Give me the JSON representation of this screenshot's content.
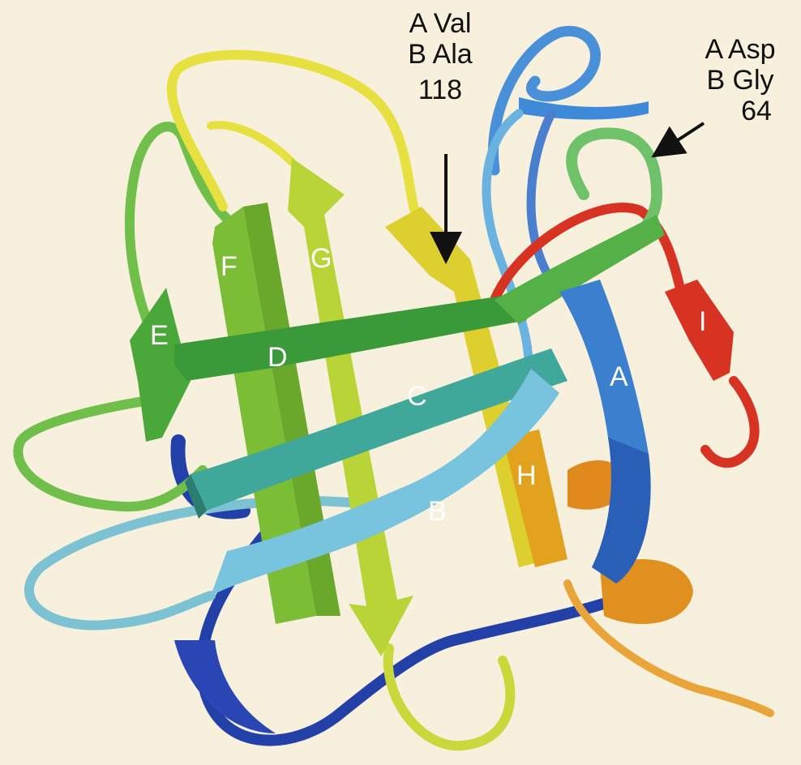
{
  "annotations": {
    "site_118": {
      "line1": "A Val",
      "line2": "B Ala",
      "line3": "118"
    },
    "site_64": {
      "line1": "A Asp",
      "line2": "B Gly",
      "line3": "64"
    }
  },
  "strands": {
    "A": "A",
    "B": "B",
    "C": "C",
    "D": "D",
    "E": "E",
    "F": "F",
    "G": "G",
    "H": "H",
    "I": "I"
  },
  "colors": {
    "background": "#f6f0dc",
    "strand_A": "#3b7fcf",
    "strand_B": "#78c4de",
    "strand_C": "#3fa89a",
    "strand_D": "#3a9a3a",
    "strand_E": "#4aa83a",
    "strand_F": "#7cbd36",
    "strand_G": "#b4d234",
    "strand_H": "#e2a21e",
    "strand_I": "#d83222",
    "loop_dark_blue": "#2340a8",
    "loop_yellow": "#e6e040",
    "helix_orange": "#e08a1e"
  }
}
